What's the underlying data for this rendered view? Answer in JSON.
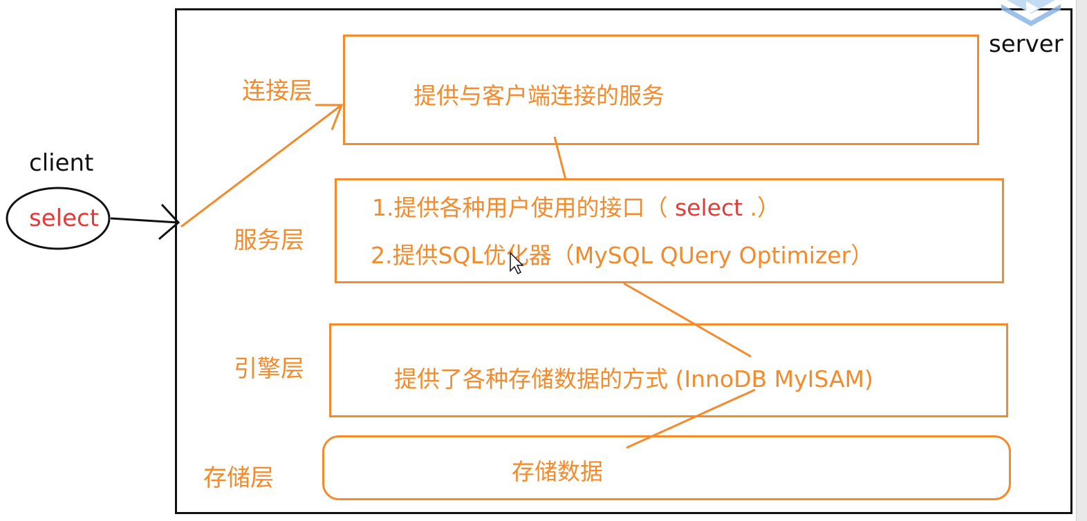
{
  "client": {
    "label": "client",
    "query": "select"
  },
  "server": {
    "label": "server"
  },
  "layers": [
    {
      "name": "连接层",
      "lines": [
        "提供与客户端连接的服务"
      ]
    },
    {
      "name": "服务层",
      "line1_prefix": "1.提供各种用户使用的接口（ ",
      "line1_highlight": "select",
      "line1_suffix": " .）",
      "line2": "2.提供SQL优化器（MySQL QUery Optimizer）"
    },
    {
      "name": "引擎层",
      "lines": [
        "提供了各种存储数据的方式 (InnoDB  MyISAM)"
      ]
    },
    {
      "name": "存储层",
      "lines": [
        "存储数据"
      ]
    }
  ],
  "colors": {
    "accent": "#f58a2a",
    "highlight": "#e43a3a",
    "frame": "#111111"
  },
  "icons": [
    "video-player-icon",
    "mouse-cursor-icon"
  ]
}
